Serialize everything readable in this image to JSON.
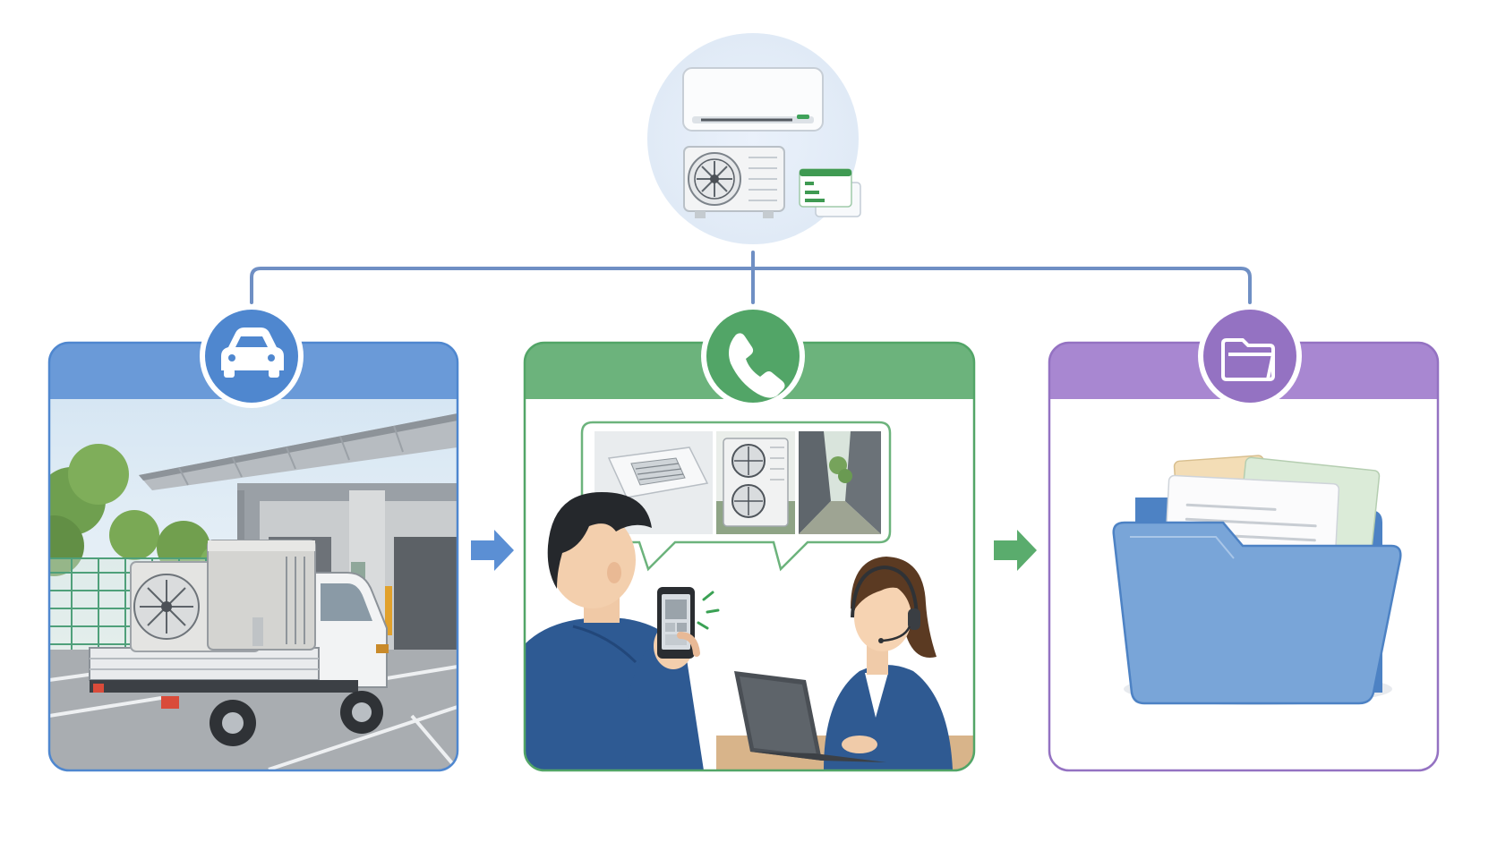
{
  "diagram": {
    "top_node": {
      "icon": "air-conditioner-icon",
      "card_color": "#3f9a52"
    },
    "connector_color": "#6f8fc4",
    "panels": [
      {
        "id": "transport",
        "icon": "car-icon",
        "color": "#4f87cf",
        "header_color": "#6a9ad8",
        "scene": "truck-with-ac-units"
      },
      {
        "id": "remote-consultation",
        "icon": "phone-icon",
        "color": "#52a567",
        "header_color": "#6cb37c",
        "scene": "phone-video-consultation"
      },
      {
        "id": "records",
        "icon": "folder-icon",
        "color": "#9472c2",
        "header_color": "#a887d1",
        "scene": "document-folder"
      }
    ],
    "arrows": [
      {
        "icon": "arrow-right-icon",
        "color": "#5b8fd4"
      },
      {
        "icon": "arrow-right-icon",
        "color": "#5aac6d"
      }
    ]
  }
}
